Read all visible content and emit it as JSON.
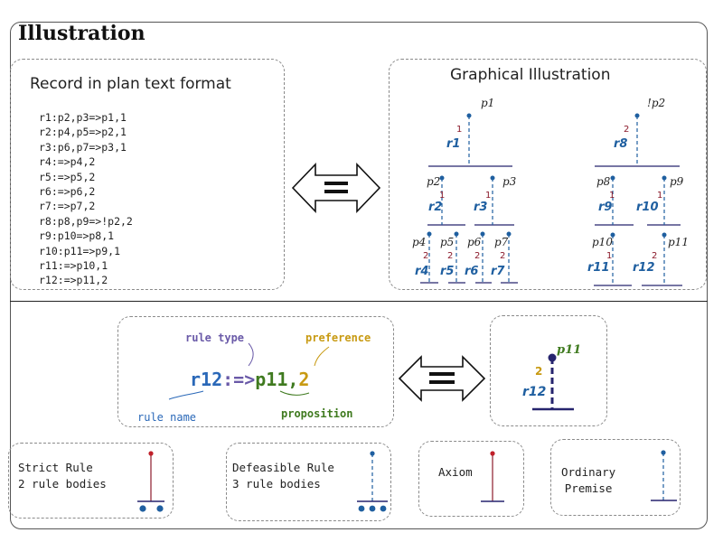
{
  "title": "Illustration",
  "plain_text": {
    "heading": "Record in plan text format",
    "records": [
      "r1:p2,p3=>p1,1",
      "r2:p4,p5=>p2,1",
      "r3:p6,p7=>p3,1",
      "r4:=>p4,2",
      "r5:=>p5,2",
      "r6:=>p6,2",
      "r7:=>p7,2",
      "r8:p8,p9=>!p2,2",
      "r9:p10=>p8,1",
      "r10:p11=>p9,1",
      "r11:=>p10,1",
      "r12:=>p11,2"
    ]
  },
  "graphical": {
    "heading": "Graphical Illustration",
    "props": [
      "p1",
      "p2",
      "p3",
      "p4",
      "p5",
      "p6",
      "p7",
      "!p2",
      "p8",
      "p9",
      "p10",
      "p11"
    ],
    "rules": [
      "r1",
      "r2",
      "r3",
      "r4",
      "r5",
      "r6",
      "r7",
      "r8",
      "r9",
      "r10",
      "r11",
      "r12"
    ],
    "prefs": [
      "1",
      "1",
      "1",
      "2",
      "2",
      "2",
      "2",
      "2",
      "1",
      "1",
      "1",
      "2"
    ]
  },
  "anatomy": {
    "rule_name": "r12",
    "arrow_text": ":=>",
    "proposition": "p11",
    "comma": ",",
    "preference": "2",
    "label_rule_type": "rule type",
    "label_preference": "preference",
    "label_rule_name": "rule name",
    "label_proposition": "proposition",
    "example_prop": "p11",
    "example_pref": "2",
    "example_rule": "r12"
  },
  "legend": {
    "strict": [
      "Strict Rule",
      "2 rule bodies"
    ],
    "defeasible": [
      "Defeasible Rule",
      "3 rule bodies"
    ],
    "axiom": "Axiom",
    "premise": [
      "Ordinary",
      "Premise"
    ]
  },
  "colors": {
    "blue": "#1f5fa0",
    "red": "#8b1a2b",
    "navy": "#26246e",
    "green": "#3f7a1f",
    "gold": "#c89a12",
    "purple": "#6a5aa8",
    "rule_name_blue": "#2a68b8"
  }
}
